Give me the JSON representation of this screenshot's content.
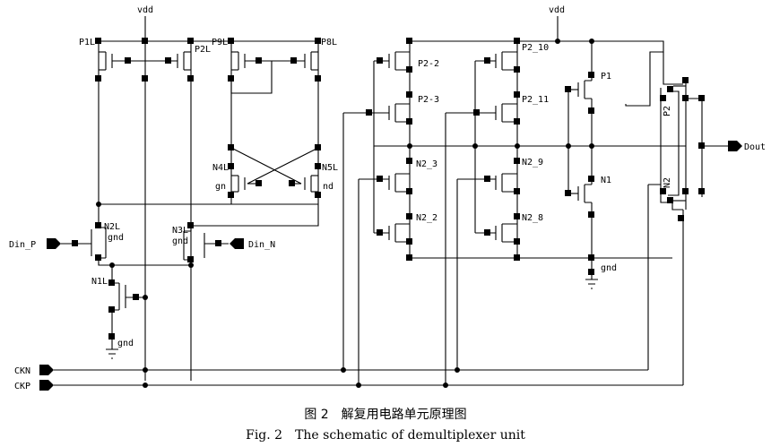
{
  "figure": {
    "caption_cn": "图 2　解复用电路单元原理图",
    "caption_en": "Fig. 2　The schematic of demultiplexer unit"
  },
  "labels": {
    "vdd": "vdd",
    "gnd": "gnd",
    "gn": "gn",
    "nd": "nd",
    "din_p": "Din_P",
    "din_n": "Din_N",
    "ckn": "CKN",
    "ckp": "CKP",
    "dout": "Dout",
    "p1l": "P1L",
    "p2l": "P2L",
    "p9l": "P9L",
    "p8l": "P8L",
    "n4l": "N4L",
    "n5l": "N5L",
    "n2l": "N2L",
    "n3l": "N3L",
    "n1l": "N1L",
    "p2_2": "P2-2",
    "p2_3": "P2-3",
    "n2_3": "N2_3",
    "n2_2": "N2_2",
    "p2_10": "P2_10",
    "p2_11": "P2_11",
    "n2_9": "N2_9",
    "n2_8": "N2_8",
    "p1": "P1",
    "n1": "N1",
    "p2": "P2",
    "n2": "N2"
  }
}
